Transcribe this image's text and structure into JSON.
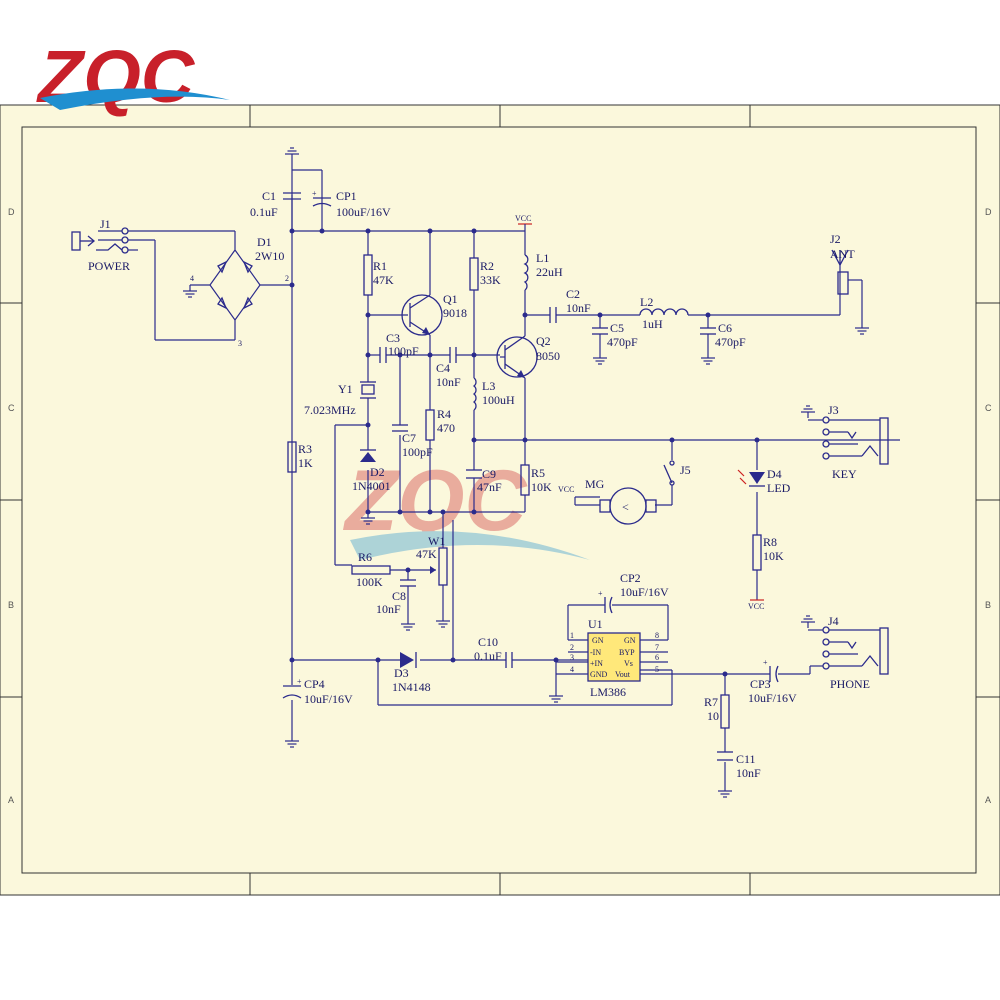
{
  "brand": {
    "logo_text": "ZQC",
    "colors": {
      "logo_red": "#c8202a",
      "logo_blue": "#1f8fd0",
      "sheet_bg": "#fbf8dc",
      "wire": "#2b2b8c",
      "accent_red": "#cc2222"
    }
  },
  "frame": {
    "zones_side": [
      "D",
      "C",
      "B",
      "A"
    ]
  },
  "components": {
    "J1": {
      "ref": "J1",
      "name": "POWER"
    },
    "D1": {
      "ref": "D1",
      "value": "2W10"
    },
    "C1": {
      "ref": "C1",
      "value": "0.1uF"
    },
    "CP1": {
      "ref": "CP1",
      "value": "100uF/16V"
    },
    "R1": {
      "ref": "R1",
      "value": "47K"
    },
    "R2": {
      "ref": "R2",
      "value": "33K"
    },
    "Q1": {
      "ref": "Q1",
      "value": "9018"
    },
    "Q2": {
      "ref": "Q2",
      "value": "8050"
    },
    "C3": {
      "ref": "C3",
      "value": "100pF"
    },
    "C4": {
      "ref": "C4",
      "value": "10nF"
    },
    "Y1": {
      "ref": "Y1",
      "value": "7.023MHz"
    },
    "C7": {
      "ref": "C7",
      "value": "100pF"
    },
    "R4": {
      "ref": "R4",
      "value": "470"
    },
    "L1": {
      "ref": "L1",
      "value": "22uH"
    },
    "L3": {
      "ref": "L3",
      "value": "100uH"
    },
    "C2": {
      "ref": "C2",
      "value": "10nF"
    },
    "C5": {
      "ref": "C5",
      "value": "470pF"
    },
    "L2": {
      "ref": "L2",
      "value": "1uH"
    },
    "C6": {
      "ref": "C6",
      "value": "470pF"
    },
    "J2": {
      "ref": "J2",
      "name": "ANT"
    },
    "J3": {
      "ref": "J3",
      "name": "KEY"
    },
    "D4": {
      "ref": "D4",
      "value": "LED"
    },
    "R8": {
      "ref": "R8",
      "value": "10K"
    },
    "R3": {
      "ref": "R3",
      "value": "1K"
    },
    "D2": {
      "ref": "D2",
      "value": "1N4001"
    },
    "C9": {
      "ref": "C9",
      "value": "47nF"
    },
    "R5": {
      "ref": "R5",
      "value": "10K"
    },
    "MG": {
      "ref": "MG"
    },
    "J5": {
      "ref": "J5"
    },
    "R6": {
      "ref": "R6",
      "value": "100K"
    },
    "W1": {
      "ref": "W1",
      "value": "47K"
    },
    "C8": {
      "ref": "C8",
      "value": "10nF"
    },
    "CP2": {
      "ref": "CP2",
      "value": "10uF/16V"
    },
    "U1": {
      "ref": "U1",
      "value": "LM386",
      "pins_left": [
        "GN",
        "-IN",
        "+IN",
        "GND"
      ],
      "pins_right": [
        "GN",
        "BYP",
        "Vs",
        "Vout"
      ],
      "pin_nums_left": [
        "1",
        "2",
        "3",
        "4"
      ],
      "pin_nums_right": [
        "8",
        "7",
        "6",
        "5"
      ]
    },
    "C10": {
      "ref": "C10",
      "value": "0.1uF"
    },
    "D3": {
      "ref": "D3",
      "value": "1N4148"
    },
    "CP4": {
      "ref": "CP4",
      "value": "10uF/16V"
    },
    "CP3": {
      "ref": "CP3",
      "value": "10uF/16V"
    },
    "J4": {
      "ref": "J4",
      "name": "PHONE"
    },
    "R7": {
      "ref": "R7",
      "value": "10"
    },
    "C11": {
      "ref": "C11",
      "value": "10nF"
    }
  },
  "nets": {
    "vcc": "VCC"
  },
  "pin_numbers": {
    "d1_pin4": "4",
    "d1_pin2": "2",
    "d1_pin3": "3"
  }
}
